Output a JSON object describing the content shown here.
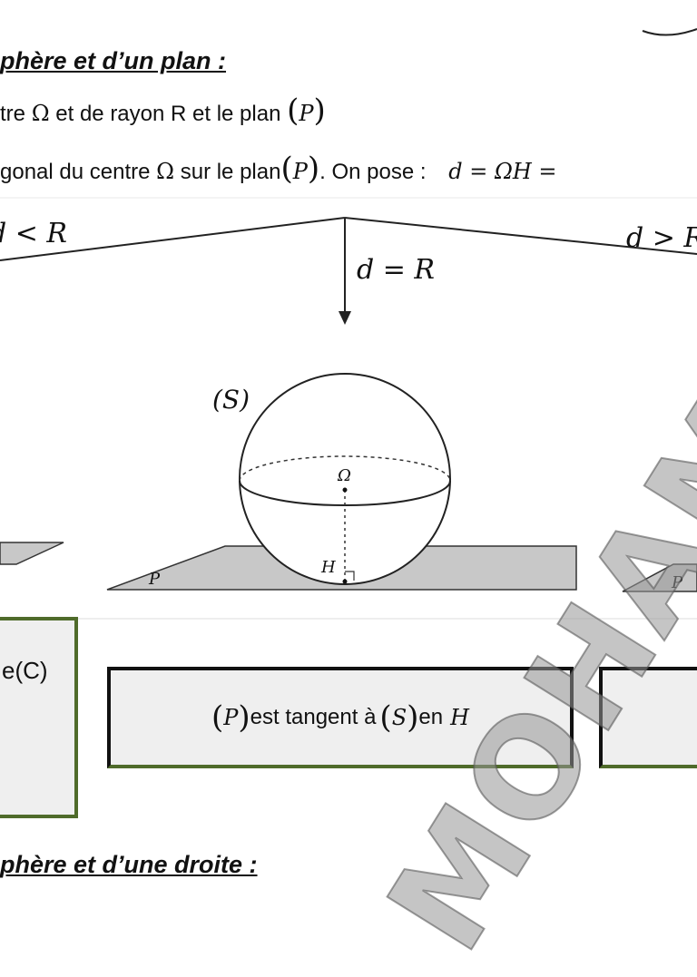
{
  "section_title_plane": "phère et d’un plan :",
  "line1": {
    "text_a": "tre",
    "omega": "Ω",
    "text_b": "et de rayon R et le plan",
    "p_open": "(",
    "p": "P",
    "p_close": ")"
  },
  "line2": {
    "text_a": "gonal du centre",
    "omega": "Ω",
    "text_b": "sur le plan",
    "p_open": "(",
    "p": "P",
    "p_close": ")",
    "text_c": ".  On pose :",
    "formula": "d = ΩH ="
  },
  "cases": {
    "left": "d < R",
    "middle": "d = R",
    "right": "d > R"
  },
  "diagram": {
    "sphere_label": "(S)",
    "center_label": "Ω",
    "foot_label": "H",
    "plane_label": "P",
    "plane_label_right": "P"
  },
  "boxes": {
    "left_text": "e(C)",
    "middle": {
      "p_open": "(",
      "p": "P",
      "p_close": ")",
      "text_a": "est tangent à",
      "s_open": "(",
      "s": "S",
      "s_close": ")",
      "text_b": "en",
      "h": "H"
    }
  },
  "section_title_line": "phère et d’une droite :",
  "watermark": "MOHAME",
  "colors": {
    "box_fill": "#efefef",
    "box_border_dark": "#111111",
    "box_border_green": "#4f6b2a",
    "plane_fill": "#c8c8c8"
  }
}
